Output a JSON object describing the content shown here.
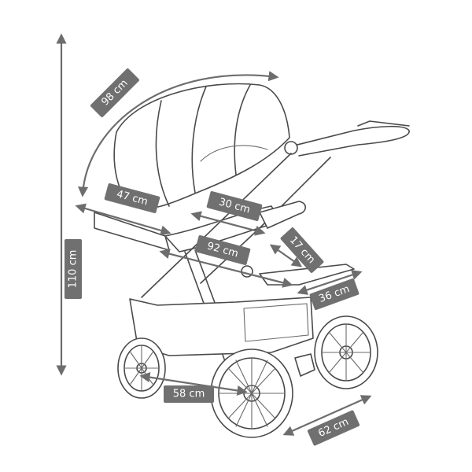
{
  "diagram": {
    "accent_color": "#707070",
    "line_color": "#4a4a4a",
    "dimensions": {
      "height": "110 cm",
      "hood_arc": "98 cm",
      "seat_width": "47 cm",
      "handle_depth": "30 cm",
      "seat_length": "92 cm",
      "footrest_height": "17 cm",
      "footrest_width": "36 cm",
      "rear_track": "58 cm",
      "wheelbase": "62 cm"
    }
  }
}
